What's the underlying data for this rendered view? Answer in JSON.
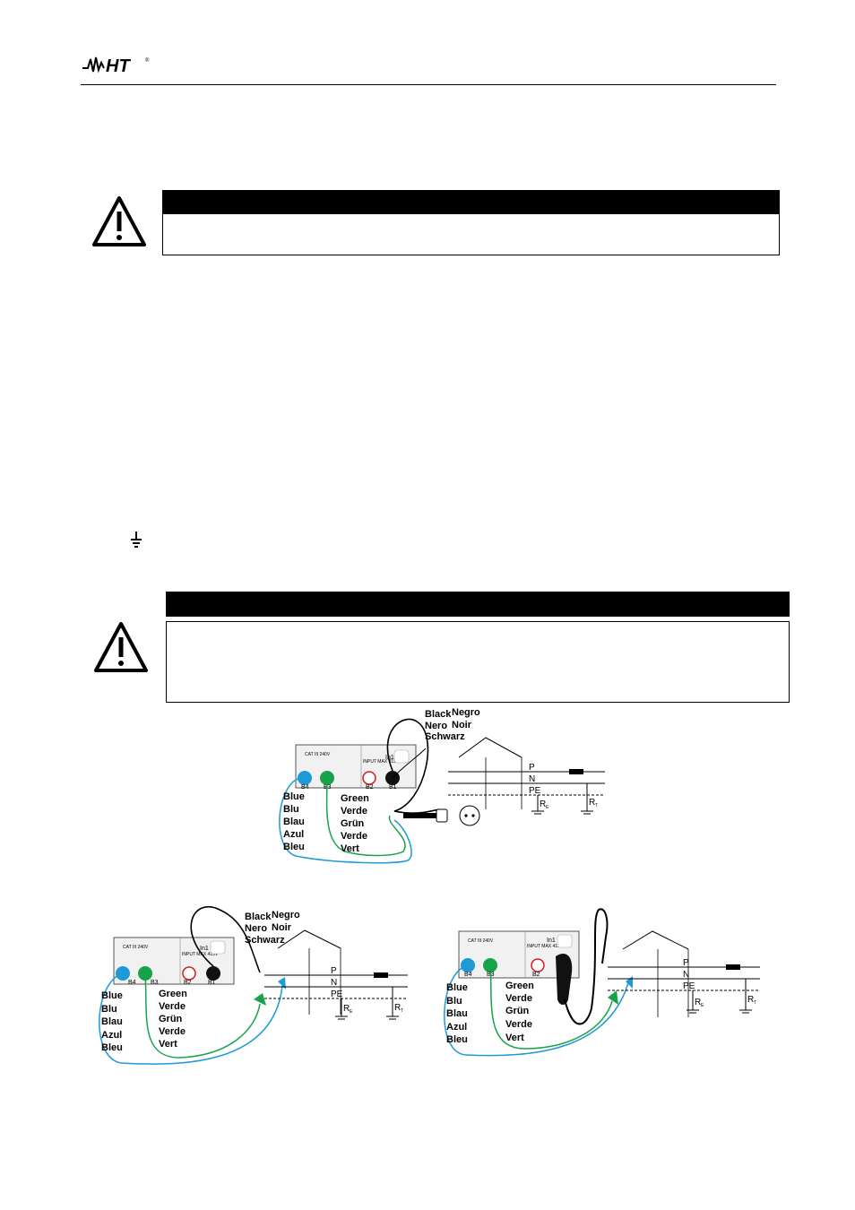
{
  "header": {
    "logo_text": "HT"
  },
  "warning_1": {
    "icon": "warning-triangle-icon"
  },
  "warning_2": {
    "icon": "warning-triangle-icon"
  },
  "symbol": {
    "icon": "earth-ground-icon"
  },
  "diagram": {
    "probe_black": [
      "Black",
      "Negro",
      "Nero",
      "Noir",
      "Schwarz"
    ],
    "probe_blue": [
      "Blue",
      "Blu",
      "Blau",
      "Azul",
      "Bleu"
    ],
    "probe_green": [
      "Green",
      "Verde",
      "Grün",
      "Verde",
      "Vert"
    ],
    "terminals": [
      "B4",
      "B3",
      "B2",
      "B1"
    ],
    "in_label": "In1",
    "cat_label": "CAT III 240V",
    "input_label": "INPUT MAX 415V",
    "conductors": [
      "P",
      "N",
      "PE"
    ],
    "re_label": "R",
    "re_sub": "E",
    "rt_label": "R",
    "rt_sub": "T",
    "colors": {
      "blue": "#1e9ad6",
      "green": "#17a34a",
      "red": "#d11f1f",
      "black": "#000000"
    }
  }
}
